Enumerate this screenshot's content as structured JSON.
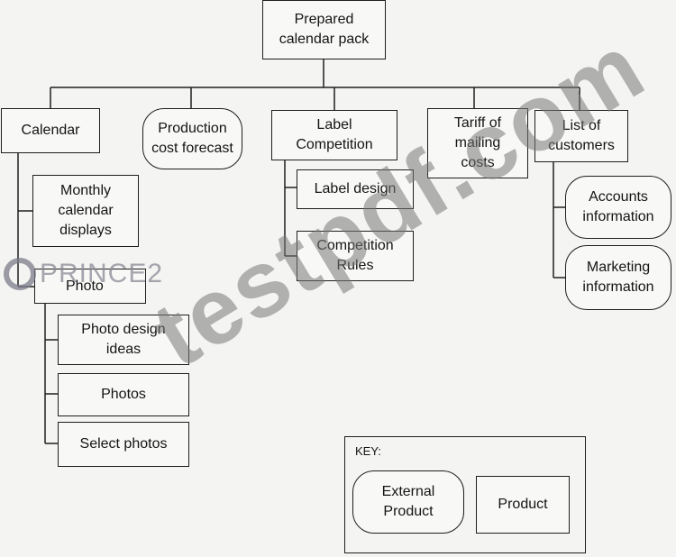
{
  "nodes": {
    "root": "Prepared\ncalendar pack",
    "calendar": "Calendar",
    "production_cost": "Production\ncost forecast",
    "label_competition": "Label\nCompetition",
    "tariff": "Tariff of\nmailing\ncosts",
    "list_customers": "List of\ncustomers",
    "monthly_calendar": "Monthly\ncalendar\ndisplays",
    "photo": "Photo",
    "photo_design": "Photo design\nideas",
    "photos": "Photos",
    "select_photos": "Select photos",
    "label_design": "Label design",
    "competition_rules": "Competition\nRules",
    "accounts_info": "Accounts\ninformation",
    "marketing_info": "Marketing\ninformation"
  },
  "key": {
    "title": "KEY:",
    "external": "External\nProduct",
    "product": "Product"
  },
  "watermarks": {
    "site": "testpdf.com",
    "brand": "PRINCE2"
  },
  "colors": {
    "line": "#1e1e1e",
    "watermark": "#8a8a8a"
  }
}
